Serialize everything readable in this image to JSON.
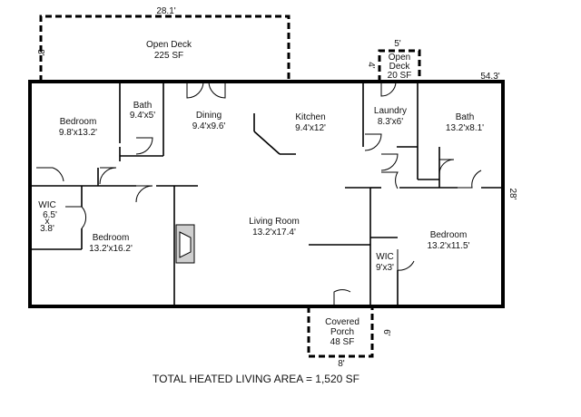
{
  "rooms": [
    {
      "name": "Open Deck",
      "size": "225 SF"
    },
    {
      "name": "Open",
      "name2": "Deck",
      "size": "20 SF"
    },
    {
      "name": "Bedroom",
      "size": "9.8'x13.2'"
    },
    {
      "name": "Bath",
      "size": "9.4'x5'"
    },
    {
      "name": "Dining",
      "size": "9.4'x9.6'"
    },
    {
      "name": "Kitchen",
      "size": "9.4'x12'"
    },
    {
      "name": "Laundry",
      "size": "8.3'x6'"
    },
    {
      "name": "Bath",
      "size": "13.2'x8.1'"
    },
    {
      "name": "WIC",
      "size_w": "6.5'",
      "size_x": "x",
      "size_h": "3.8'"
    },
    {
      "name": "Bedroom",
      "size": "13.2'x16.2'"
    },
    {
      "name": "Living Room",
      "size": "13.2'x17.4'"
    },
    {
      "name": "WIC",
      "size": "9'x3'"
    },
    {
      "name": "Bedroom",
      "size": "13.2'x11.5'"
    },
    {
      "name": "Covered",
      "name2": "Porch",
      "size": "48 SF"
    }
  ],
  "dimensions": {
    "deck_width": "28.1'",
    "deck_depth": "8'",
    "small_deck_width": "5'",
    "small_deck_depth": "4'",
    "house_width": "54.3'",
    "house_depth": "28'",
    "porch_width": "8'",
    "porch_depth": "6'"
  },
  "total_area": "TOTAL HEATED LIVING AREA = 1,520 SF"
}
